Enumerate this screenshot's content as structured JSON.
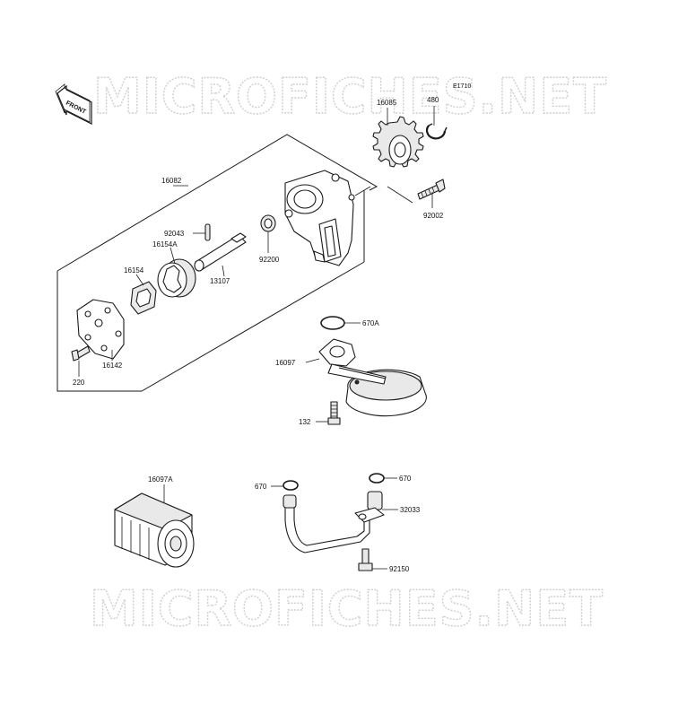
{
  "watermark": {
    "text": "MICROFICHES.NET"
  },
  "diagram_code": "E1710",
  "front_mark": "FRONT",
  "labels": {
    "p16082": "16082",
    "p16085": "16085",
    "p480": "480",
    "p92002": "92002",
    "p92043": "92043",
    "p16154A": "16154A",
    "p16154": "16154",
    "p13107": "13107",
    "p92200": "92200",
    "p16142": "16142",
    "p220": "220",
    "p670A": "670A",
    "p16097": "16097",
    "p132": "132",
    "p16097A": "16097A",
    "p670_left": "670",
    "p670_right": "670",
    "p32033": "32033",
    "p92150": "92150"
  }
}
